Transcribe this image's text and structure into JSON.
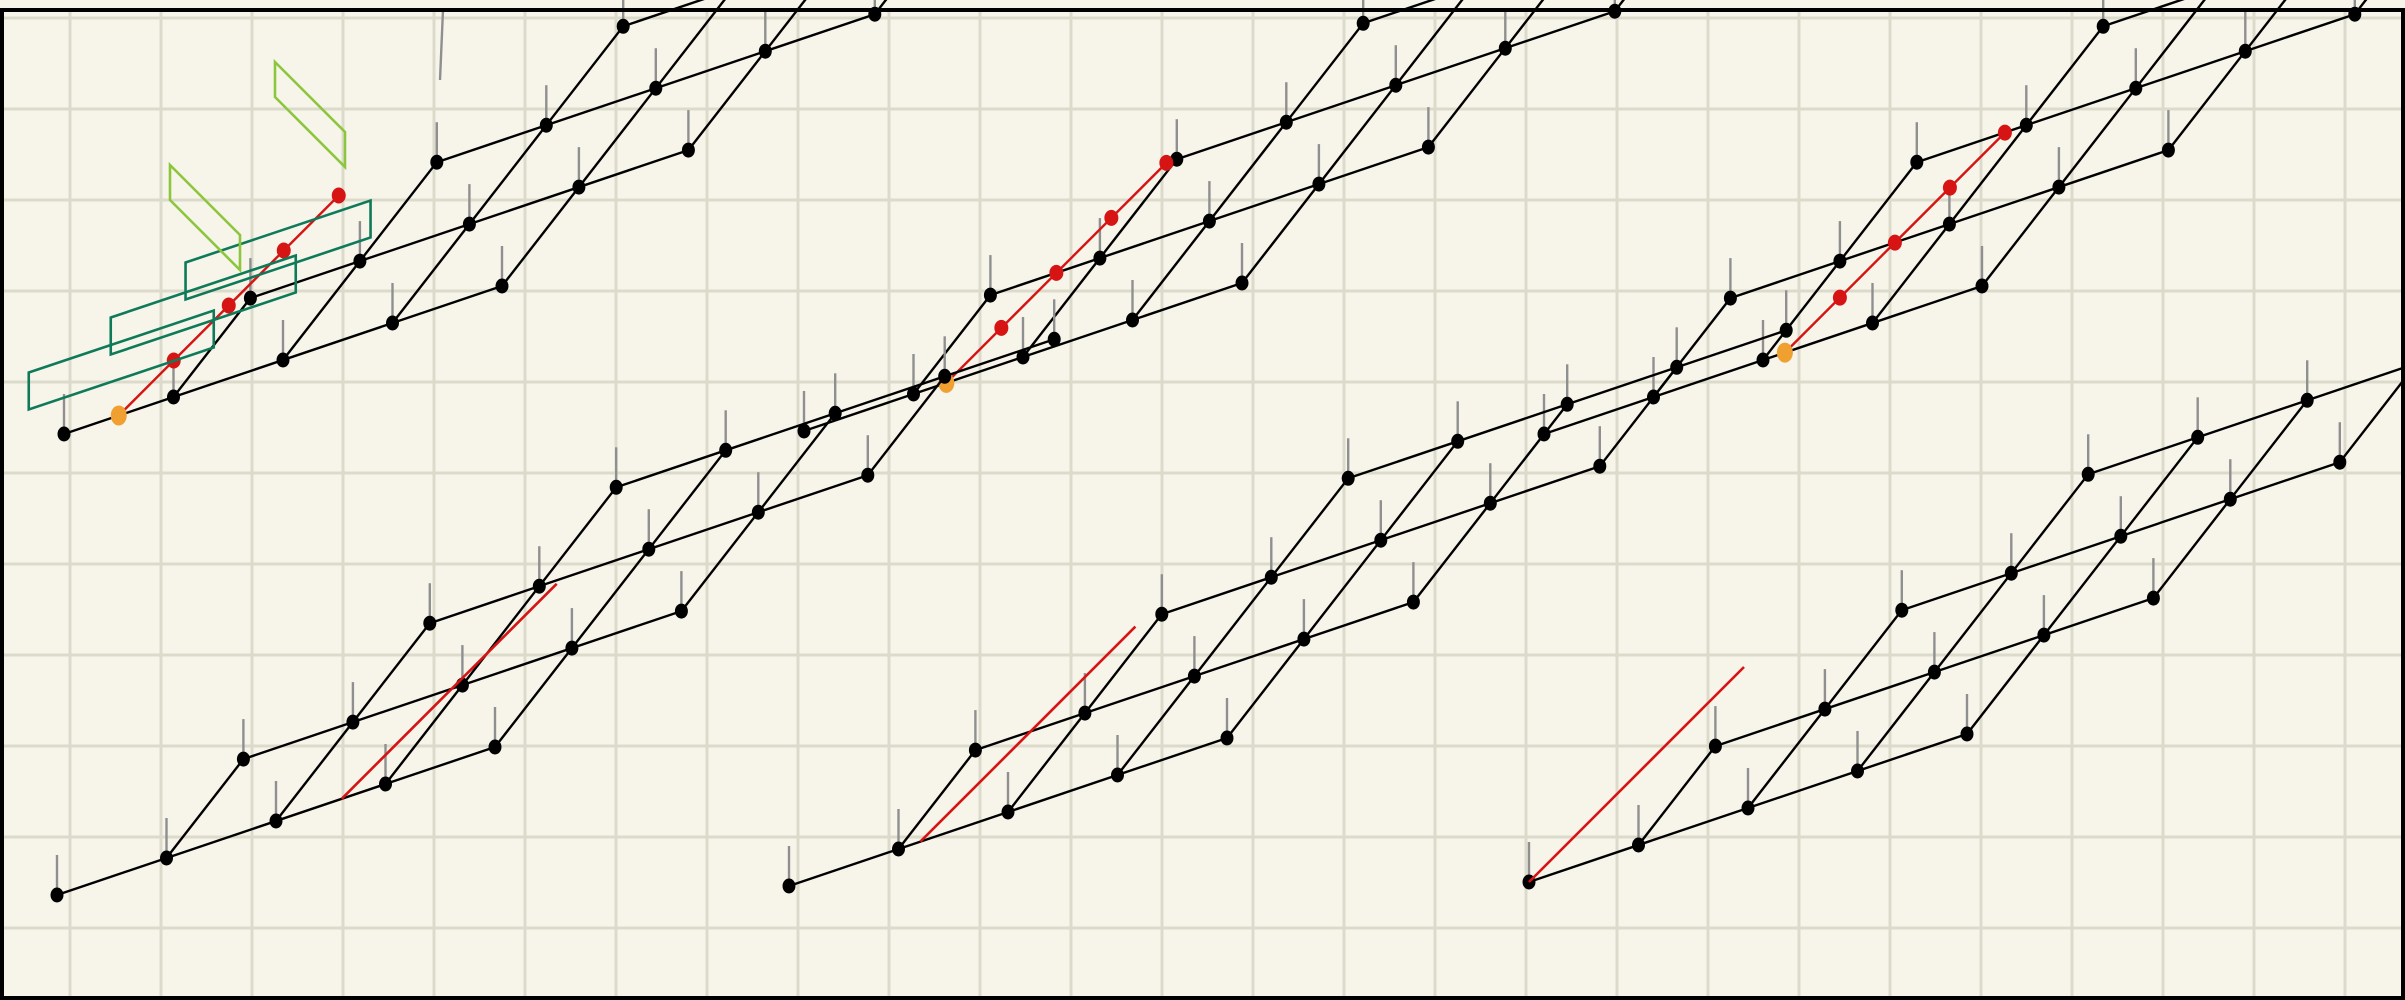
{
  "colors": {
    "background": "#f7f5ea",
    "grid": "#dcdacb",
    "border": "#000000",
    "lattice": "#000000",
    "stem": "#8f8f8f",
    "path": "#d61414",
    "start": "#f0a030",
    "plane_dark": "#0f7a5a",
    "plane_light": "#8cc63f"
  },
  "panels": [
    {
      "id": "top-left",
      "row": 0,
      "col": 0,
      "path_nodes": true,
      "path_line": false,
      "planes": true
    },
    {
      "id": "top-middle",
      "row": 0,
      "col": 1,
      "path_nodes": true,
      "path_line": false,
      "planes": false
    },
    {
      "id": "top-right",
      "row": 0,
      "col": 2,
      "path_nodes": true,
      "path_line": false,
      "planes": false
    },
    {
      "id": "bottom-left",
      "row": 1,
      "col": 0,
      "path_nodes": false,
      "path_line": true,
      "planes": false
    },
    {
      "id": "bottom-middle",
      "row": 1,
      "col": 1,
      "path_nodes": false,
      "path_line": true,
      "planes": false
    },
    {
      "id": "bottom-right",
      "row": 1,
      "col": 2,
      "path_nodes": false,
      "path_line": true,
      "planes": false
    }
  ]
}
